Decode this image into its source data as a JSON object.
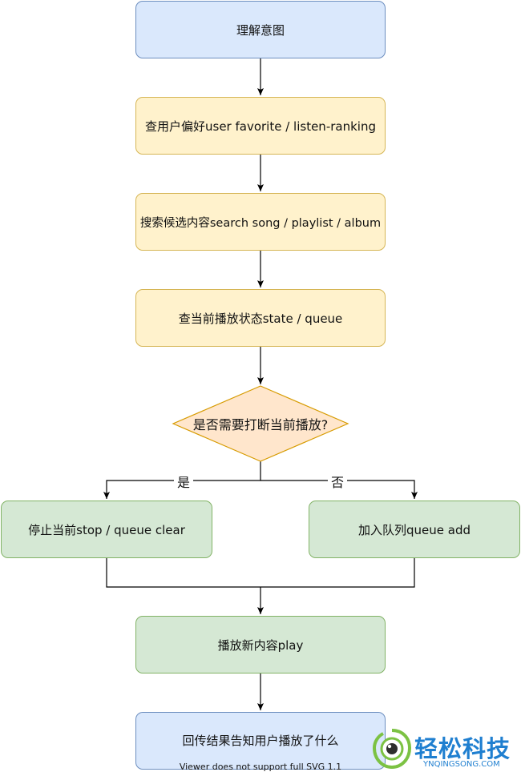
{
  "nodes": {
    "understand_intent": "理解意图",
    "query_preferences": "查用户偏好user favorite / listen-ranking",
    "search_candidates": "搜索候选内容search song / playlist / album",
    "check_playback_state": "查当前播放状态state / queue",
    "decision": "是否需要打断当前播放?",
    "stop_current": "停止当前stop / queue clear",
    "add_to_queue": "加入队列queue add",
    "play_new": "播放新内容play",
    "report_back": "回传结果告知用户播放了什么"
  },
  "edge_labels": {
    "yes": "是",
    "no": "否"
  },
  "footer_note": "Viewer does not support full SVG 1.1",
  "watermark": {
    "title": "轻松科技",
    "subtitle": "YNQINGSONG.COM"
  },
  "colors": {
    "blue_fill": "#dae8fc",
    "blue_stroke": "#6c8ebf",
    "yellow_fill": "#fff2cc",
    "yellow_stroke": "#d6b656",
    "green_fill": "#d5e8d4",
    "green_stroke": "#82b366",
    "decision_fill": "#ffe6cc",
    "decision_stroke": "#d79b00",
    "watermark": "#1f7fd0"
  }
}
